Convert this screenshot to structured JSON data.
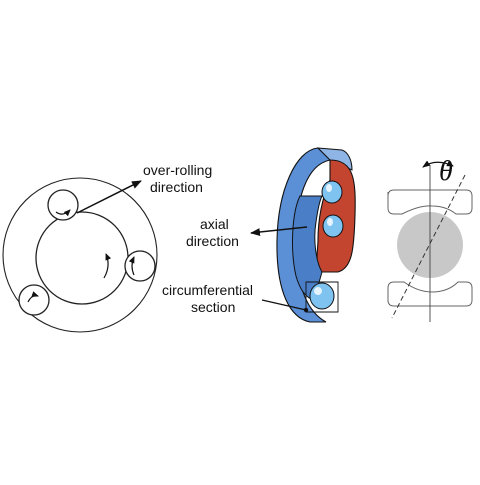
{
  "labels": {
    "over_rolling_line1": "over-rolling",
    "over_rolling_line2": "direction",
    "axial_line1": "axial",
    "axial_line2": "direction",
    "circumferential_line1": "circumferential",
    "circumferential_line2": "section",
    "theta": "θ"
  },
  "colors": {
    "outer_race_blue": "#5b8fd6",
    "inner_race_red": "#c4452f",
    "ball_blue": "#7fc3f0",
    "contact_gray": "#c8c8c8",
    "line": "#111111"
  }
}
